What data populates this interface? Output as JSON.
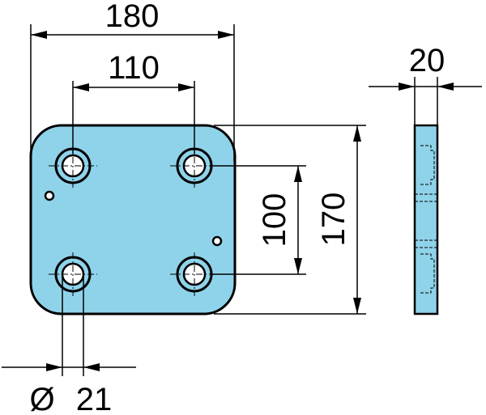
{
  "dimensions": {
    "overall_width": "180",
    "hole_spacing_horizontal": "110",
    "hole_spacing_vertical": "100",
    "overall_height": "170",
    "thickness": "20",
    "hole_diameter_symbol": "Ø",
    "hole_diameter": "21"
  },
  "colors": {
    "plate_fill": "#8fd3ea",
    "line": "#000000",
    "background": "#ffffff"
  }
}
